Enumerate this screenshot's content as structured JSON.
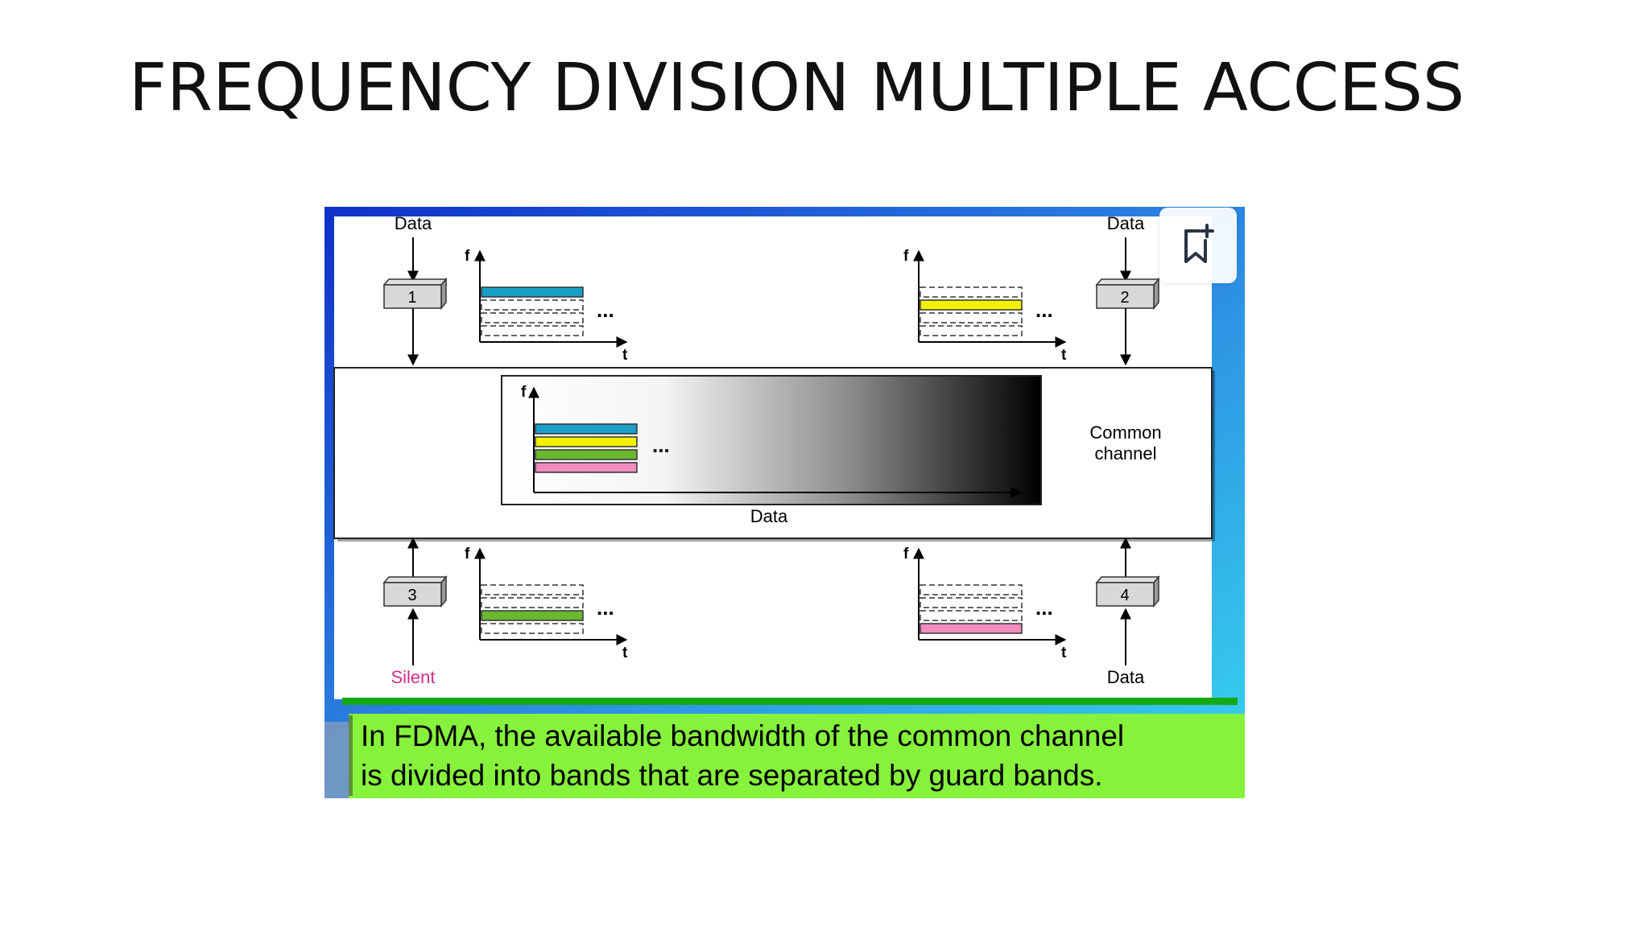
{
  "slide": {
    "title": "FREQUENCY DIVISION MULTIPLE ACCESS"
  },
  "diagram": {
    "stations": [
      {
        "id": "1",
        "input_label": "Data",
        "band": "top"
      },
      {
        "id": "2",
        "input_label": "Data",
        "band": "second"
      },
      {
        "id": "3",
        "input_label": "Silent",
        "band": "third"
      },
      {
        "id": "4",
        "input_label": "Data",
        "band": "bottom"
      }
    ],
    "freq_axis": "f",
    "time_axis": "t",
    "ellipsis": "...",
    "channel": {
      "label_line1": "Common",
      "label_line2": "channel",
      "data_label": "Data"
    },
    "colors": {
      "band1": "#1aa0c8",
      "band2": "#f2f200",
      "band3": "#6ab82e",
      "band4": "#f08cc0",
      "silent_text": "#d0308a"
    },
    "caption": {
      "line1": "In FDMA, the available bandwidth of the common channel",
      "line2": "is divided into bands that are separated by guard bands."
    }
  },
  "toolbar": {
    "bookmark_icon": "bookmark-add-icon"
  }
}
